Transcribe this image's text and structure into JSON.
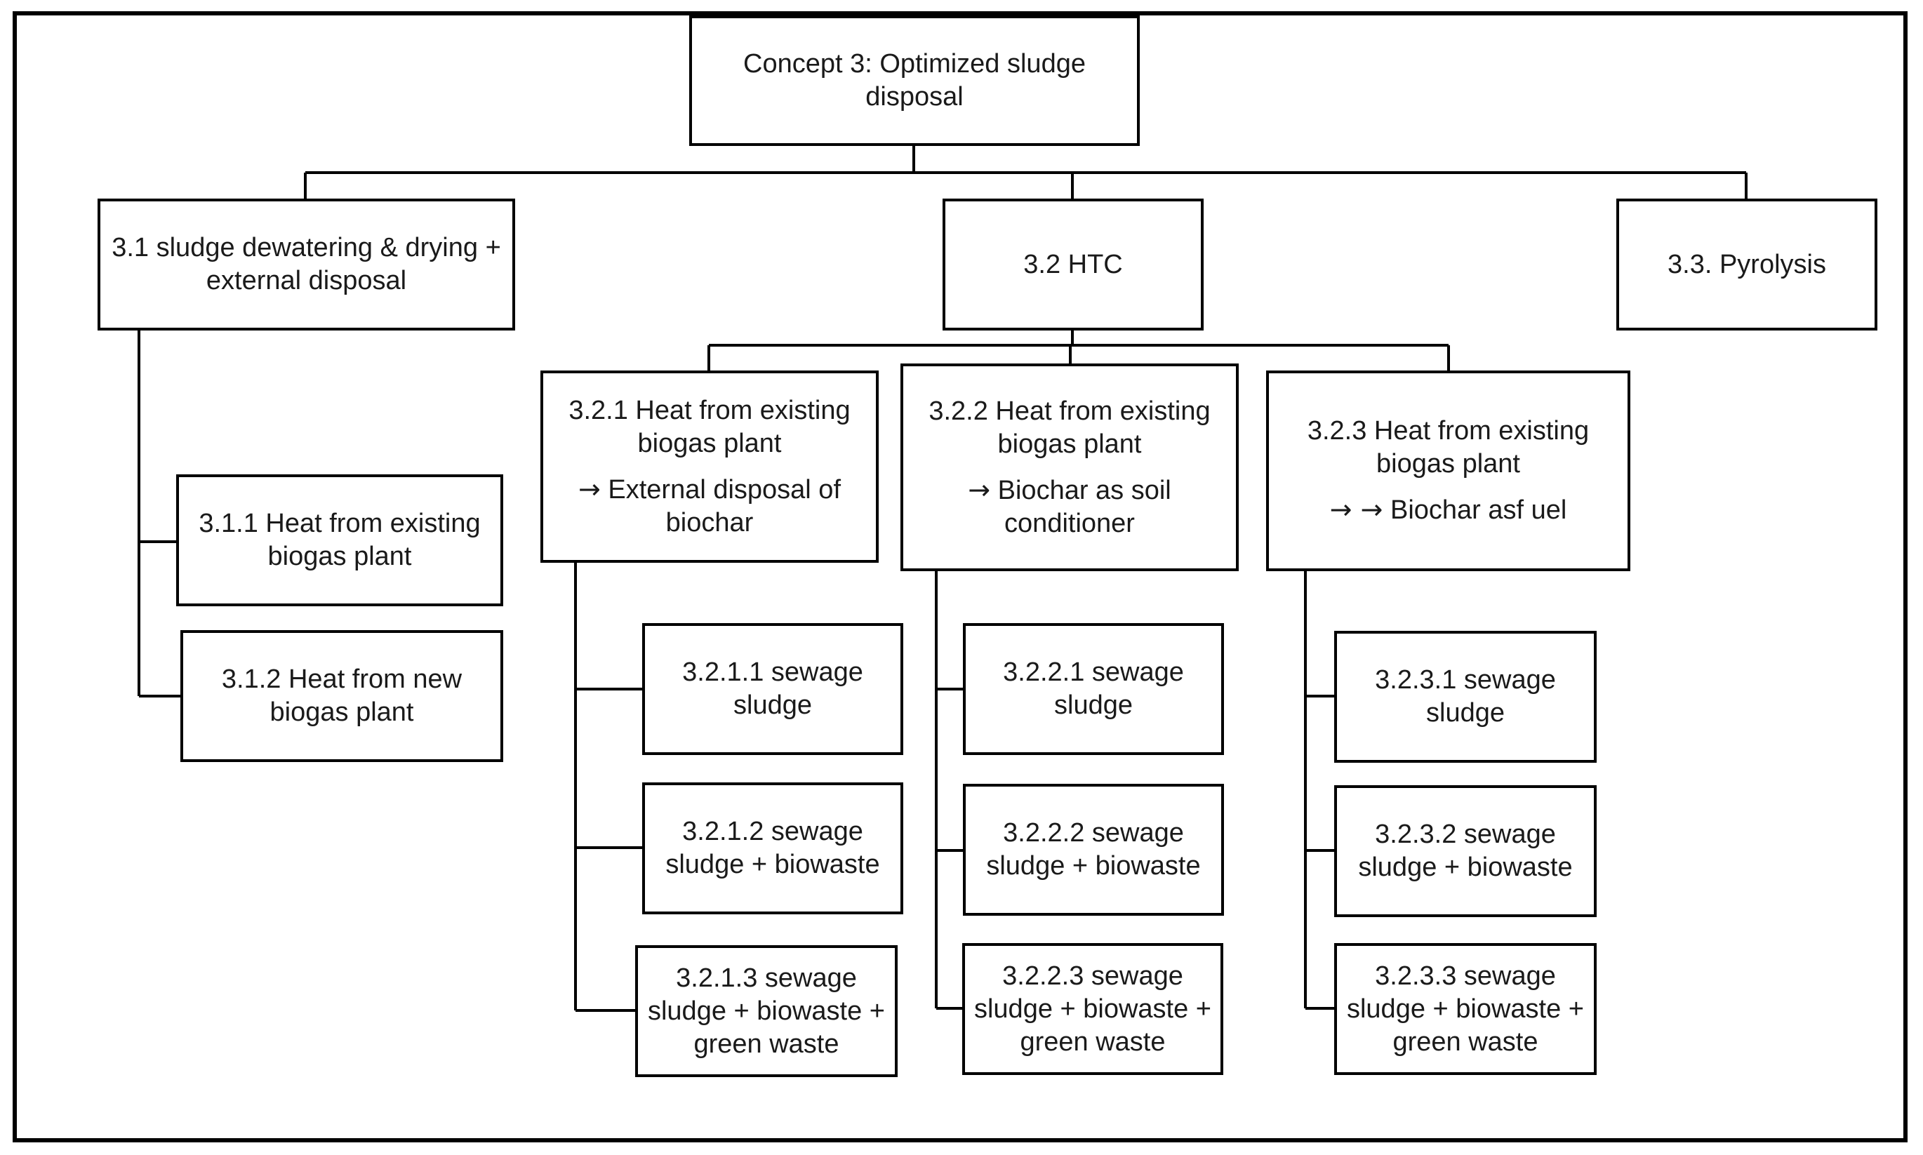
{
  "colors": {
    "border": "#000000",
    "text": "#1a1a1a",
    "background": "#ffffff"
  },
  "root": {
    "line1": "Concept 3: Optimized sludge",
    "line2": "disposal"
  },
  "branches": {
    "b31": {
      "line1": "3.1 sludge dewatering & drying +",
      "line2": "external disposal"
    },
    "b32": {
      "line1": "3.2 HTC"
    },
    "b33": {
      "line1": "3.3. Pyrolysis"
    }
  },
  "sub31": {
    "n311": {
      "line1": "3.1.1 Heat from existing",
      "line2": "biogas plant"
    },
    "n312": {
      "line1": "3.1.2 Heat from new",
      "line2": "biogas plant"
    }
  },
  "sub32": {
    "n321": {
      "line1": "3.2.1 Heat from existing",
      "line2": "biogas plant",
      "arrow": "→",
      "line3": "External disposal of",
      "line4": "biochar"
    },
    "n322": {
      "line1": "3.2.2 Heat from existing",
      "line2": "biogas plant",
      "arrow": "→",
      "line3": "Biochar as soil",
      "line4": "conditioner"
    },
    "n323": {
      "line1": "3.2.3 Heat from existing",
      "line2": "biogas plant",
      "arrow": "→ →",
      "line3": "Biochar asf uel"
    }
  },
  "leaves": {
    "n3211": {
      "line1": "3.2.1.1 sewage",
      "line2": "sludge"
    },
    "n3212": {
      "line1": "3.2.1.2 sewage",
      "line2": "sludge + biowaste"
    },
    "n3213": {
      "line1": "3.2.1.3 sewage",
      "line2": "sludge + biowaste +",
      "line3": "green waste"
    },
    "n3221": {
      "line1": "3.2.2.1 sewage",
      "line2": "sludge"
    },
    "n3222": {
      "line1": "3.2.2.2 sewage",
      "line2": "sludge + biowaste"
    },
    "n3223": {
      "line1": "3.2.2.3 sewage",
      "line2": "sludge + biowaste +",
      "line3": "green waste"
    },
    "n3231": {
      "line1": "3.2.3.1 sewage",
      "line2": "sludge"
    },
    "n3232": {
      "line1": "3.2.3.2 sewage",
      "line2": "sludge + biowaste"
    },
    "n3233": {
      "line1": "3.2.3.3 sewage",
      "line2": "sludge + biowaste +",
      "line3": "green waste"
    }
  }
}
